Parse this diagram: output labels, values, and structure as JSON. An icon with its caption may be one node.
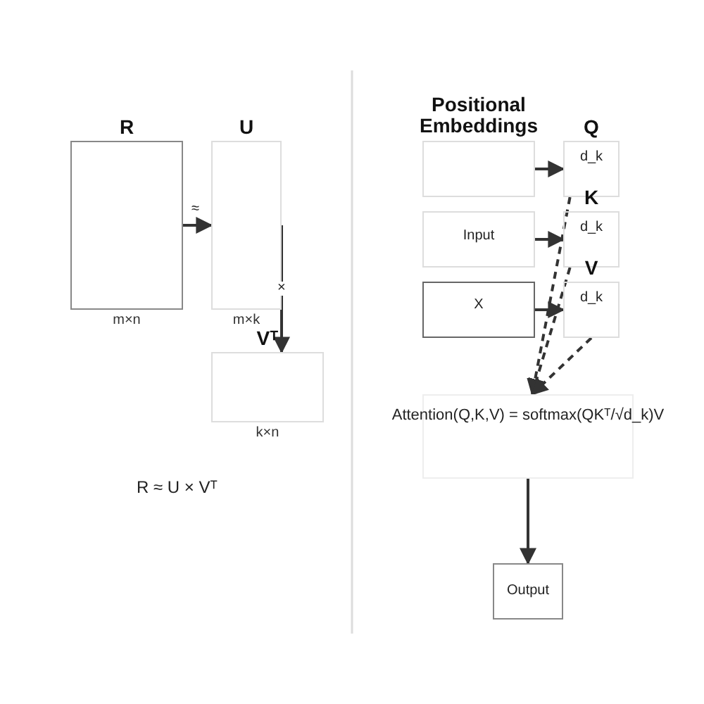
{
  "diagram": {
    "nodes": [
      {
        "text": [
          "R"
        ],
        "beside": [
          "m×n"
        ]
      },
      {
        "text": [
          "U"
        ],
        "beside": [
          "m×k"
        ]
      },
      {
        "text": [
          "Vᵀ"
        ],
        "beside": [
          "k×n"
        ]
      },
      {
        "text": [
          "Positional Embeddings"
        ]
      },
      {
        "text": [
          "Q",
          "d_k"
        ]
      },
      {
        "text": [
          "Input"
        ]
      },
      {
        "text": [
          "K",
          "d_k"
        ]
      },
      {
        "text": [
          "X"
        ]
      },
      {
        "text": [
          "V",
          "d_k"
        ]
      },
      {
        "text": [
          "Attention(Q,K,V) = softmax(QKᵀ/√d_k)V"
        ]
      },
      {
        "text": [
          "Output"
        ]
      }
    ],
    "edges": [
      {
        "from": 0,
        "to": 1,
        "arrow": "to",
        "label": "≈"
      },
      {
        "from": 1,
        "to": 2,
        "arrow": "to",
        "label": "×"
      },
      {
        "from": 3,
        "to": 4,
        "arrow": "to"
      },
      {
        "from": 5,
        "to": 6,
        "arrow": "to"
      },
      {
        "from": 7,
        "to": 8,
        "arrow": "to"
      },
      {
        "from": 4,
        "to": 9,
        "arrow": "to",
        "style": "dashed"
      },
      {
        "from": 6,
        "to": 9,
        "arrow": "to",
        "style": "dashed"
      },
      {
        "from": 8,
        "to": 9,
        "arrow": "to",
        "style": "dashed"
      },
      {
        "from": 9,
        "to": 10,
        "arrow": "to"
      }
    ],
    "labels": [
      "R ≈ U × Vᵀ"
    ]
  }
}
